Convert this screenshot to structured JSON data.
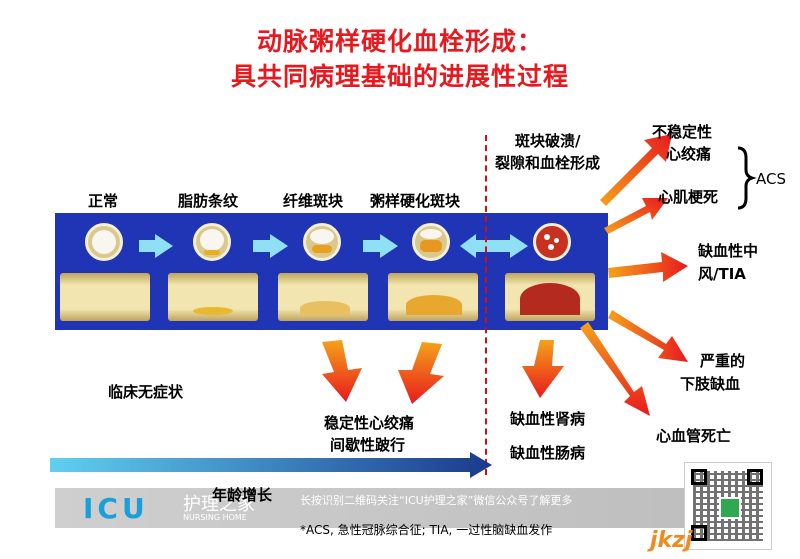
{
  "title": {
    "line1": "动脉粥样硬化血栓形成：",
    "line2": "具共同病理基础的进展性过程"
  },
  "stages": [
    "正常",
    "脂肪条纹",
    "纤维斑块",
    "粥样硬化斑块"
  ],
  "rupture_label": {
    "line1": "斑块破溃/",
    "line2": "裂隙和血栓形成"
  },
  "outcomes": {
    "unstable_angina": {
      "line1": "不稳定性",
      "line2": "心绞痛"
    },
    "mi": "心肌梗死",
    "acs": "ACS",
    "ischemic_stroke": {
      "line1": "缺血性中",
      "line2": "风/TIA"
    },
    "limb_ischemia": {
      "line1": "严重的",
      "line2": "下肢缺血"
    },
    "cv_death": "心血管死亡",
    "renal": "缺血性肾病",
    "intestinal": "缺血性肠病",
    "stable_angina": {
      "line1": "稳定性心绞痛",
      "line2": "间歇性跛行"
    },
    "asymptomatic": "临床无症状"
  },
  "age_label": "年龄增长",
  "footer": {
    "logo_letters": "ICU",
    "logo_cn": "护理之家",
    "logo_en": "NURSING HOME",
    "notice": "长按识别二维码关注“ICU护理之家”微信公众号了解更多",
    "footnote": "*ACS, 急性冠脉综合征; TIA, 一过性脑缺血发作",
    "watermark": "jkzj"
  },
  "colors": {
    "title": "#e8191e",
    "band": "#1f35b5",
    "arrow_hot": "#e8191e",
    "arrow_warm": "#f5a21a",
    "age_arrow": "#1a3a8c",
    "dashed": "#d01010"
  }
}
